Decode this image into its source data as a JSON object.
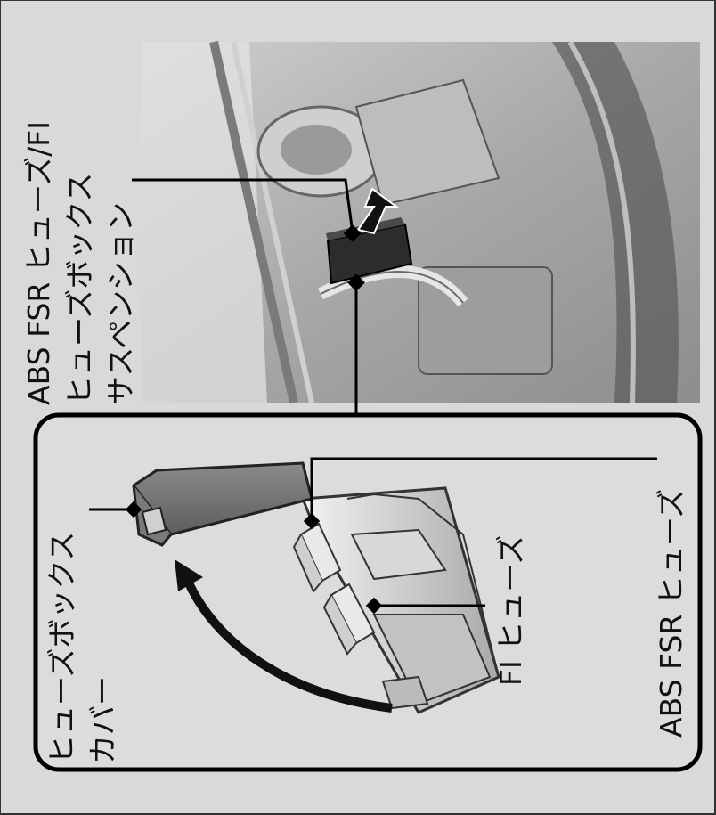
{
  "labels": {
    "top_line1": "ABS FSR ヒューズ/FI",
    "top_line2": "ヒューズボックス",
    "top_line3": "サスペンション",
    "cover_line1": "ヒューズボックス",
    "cover_line2": "カバー",
    "fi_fuse": "FI ヒューズ",
    "abs_fsr_fuse": "ABS FSR ヒューズ"
  },
  "colors": {
    "background": "#d9d9d9",
    "photo": "#b3b3b3",
    "inset_fill": "#dcdcdc",
    "line": "#000000"
  }
}
